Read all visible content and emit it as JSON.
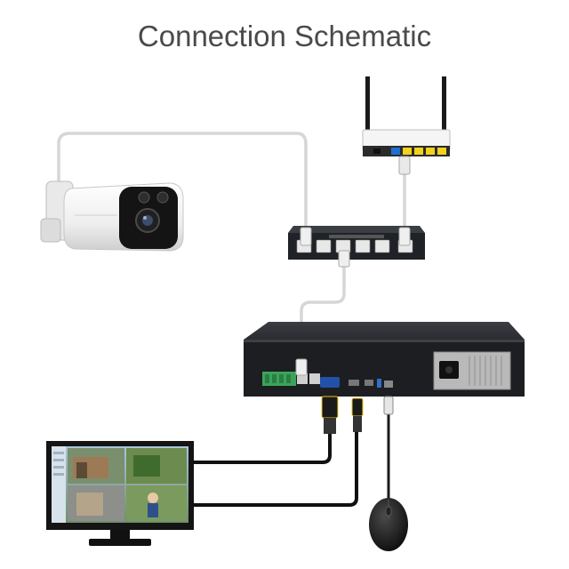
{
  "diagram": {
    "title": "Connection Schematic",
    "components": [
      {
        "name": "Router",
        "icon": "router-icon"
      },
      {
        "name": "PoE Switch",
        "icon": "switch-icon"
      },
      {
        "name": "Bullet Camera",
        "icon": "camera-icon"
      },
      {
        "name": "NVR",
        "icon": "nvr-icon"
      },
      {
        "name": "Monitor",
        "icon": "monitor-icon"
      },
      {
        "name": "Mouse",
        "icon": "mouse-icon"
      }
    ],
    "colors": {
      "title": "#4a4a4a",
      "device_body": "#1f2226",
      "cable_network": "#d8d8d8",
      "cable_video": "#111111",
      "router_ports": "#f2d21b",
      "camera_body": "#f4f4f4"
    }
  }
}
